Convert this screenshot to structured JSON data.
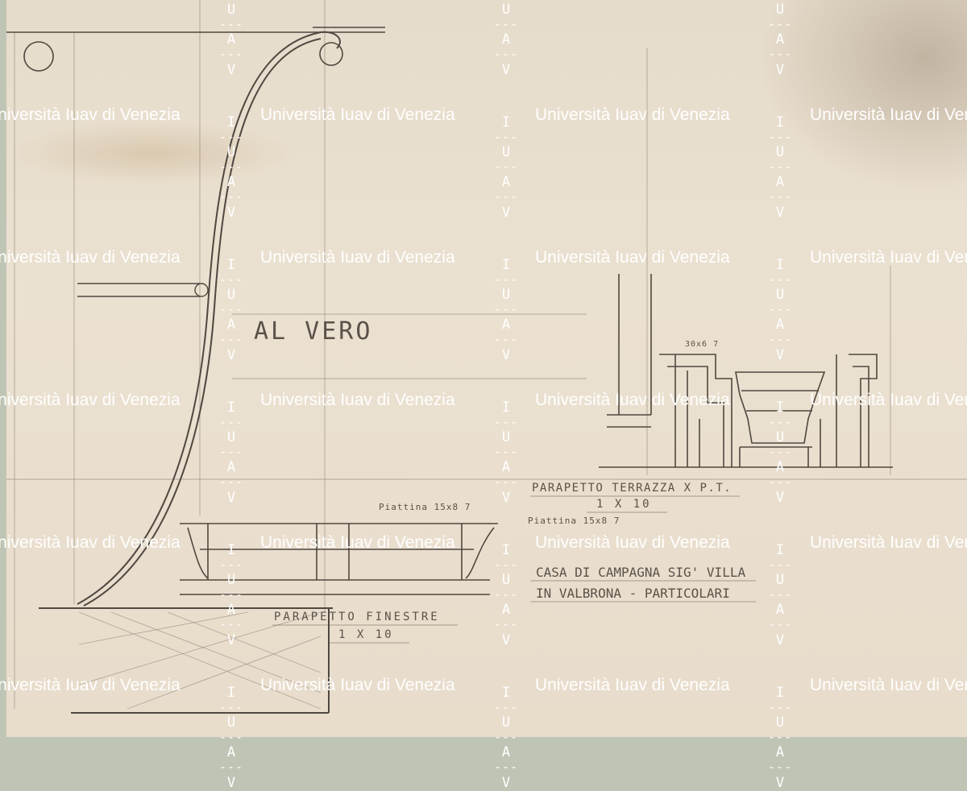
{
  "drawing": {
    "title_label": "AL VERO",
    "terrace_parapet": "PARAPETTO TERRAZZA X P.T.",
    "terrace_scale": "1 X 10",
    "window_parapet": "PARAPETTO FINESTRE",
    "window_scale": "1 X 10",
    "project_line1": "CASA DI CAMPAGNA SIG' VILLA",
    "project_line2": "IN VALBRONA - PARTICOLARI",
    "note_piattina": "Piattina 15x8 7",
    "note_piattina2": "Piattina 15x8 7",
    "note_dim": "30x6 7"
  },
  "watermark": {
    "text": "Università Iuav di Venezia",
    "letters": [
      "I",
      "U",
      "A",
      "V"
    ],
    "separator": "---"
  },
  "colors": {
    "paper": "#e9dfcf",
    "pencil": "#4f4840",
    "watermark": "#ffffff"
  }
}
